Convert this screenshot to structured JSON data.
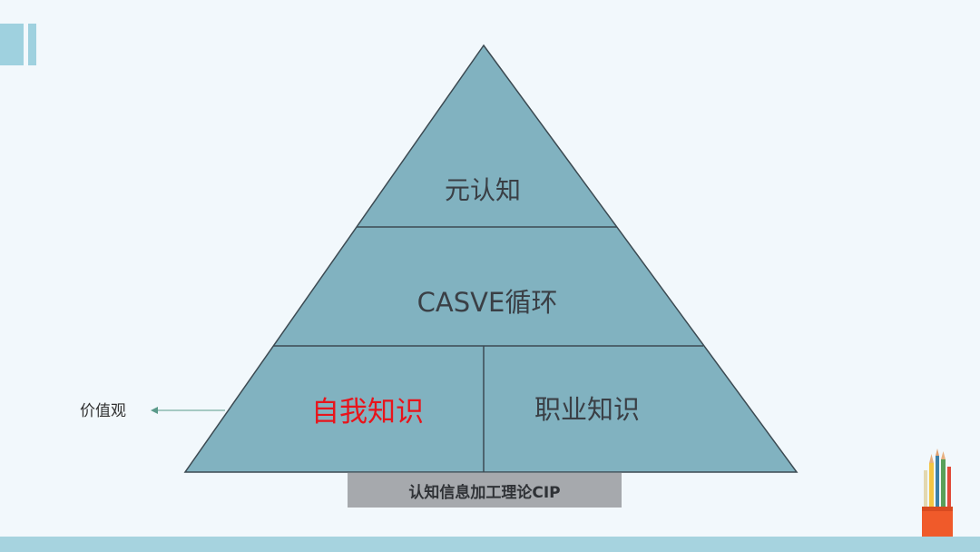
{
  "pyramid": {
    "top_label": "元认知",
    "middle_label": "CASVE循环",
    "bottom_left_label": "自我知识",
    "bottom_right_label": "职业知识"
  },
  "side_annotation": "价值观",
  "base_label": "认知信息加工理论CIP",
  "colors": {
    "background": "#f2f8fc",
    "pyramid_fill": "#81b2c0",
    "pyramid_stroke": "#3c4a52",
    "highlight_text": "#e8141b",
    "accent_bar": "#9fd1df",
    "base_bar": "#a6a9ad"
  }
}
